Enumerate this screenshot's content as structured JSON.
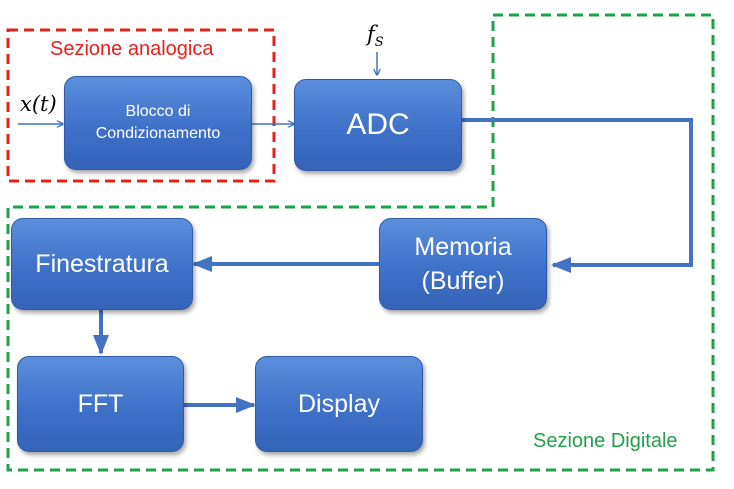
{
  "sections": {
    "analog": {
      "title": "Sezione analogica",
      "color": "#e8201c"
    },
    "digital": {
      "title": "Sezione Digitale",
      "color": "#1fa14a"
    }
  },
  "signals": {
    "input": "x(t)",
    "sampling": {
      "base": "f",
      "sub": "S"
    }
  },
  "blocks": {
    "conditioning": {
      "line1": "Blocco di",
      "line2": "Condizionamento"
    },
    "adc": {
      "label": "ADC"
    },
    "memory": {
      "line1": "Memoria",
      "line2": "(Buffer)"
    },
    "windowing": {
      "label": "Finestratura"
    },
    "fft": {
      "label": "FFT"
    },
    "display": {
      "label": "Display"
    }
  },
  "colors": {
    "block_fill": "#4472c4",
    "arrow": "#4472c4"
  }
}
